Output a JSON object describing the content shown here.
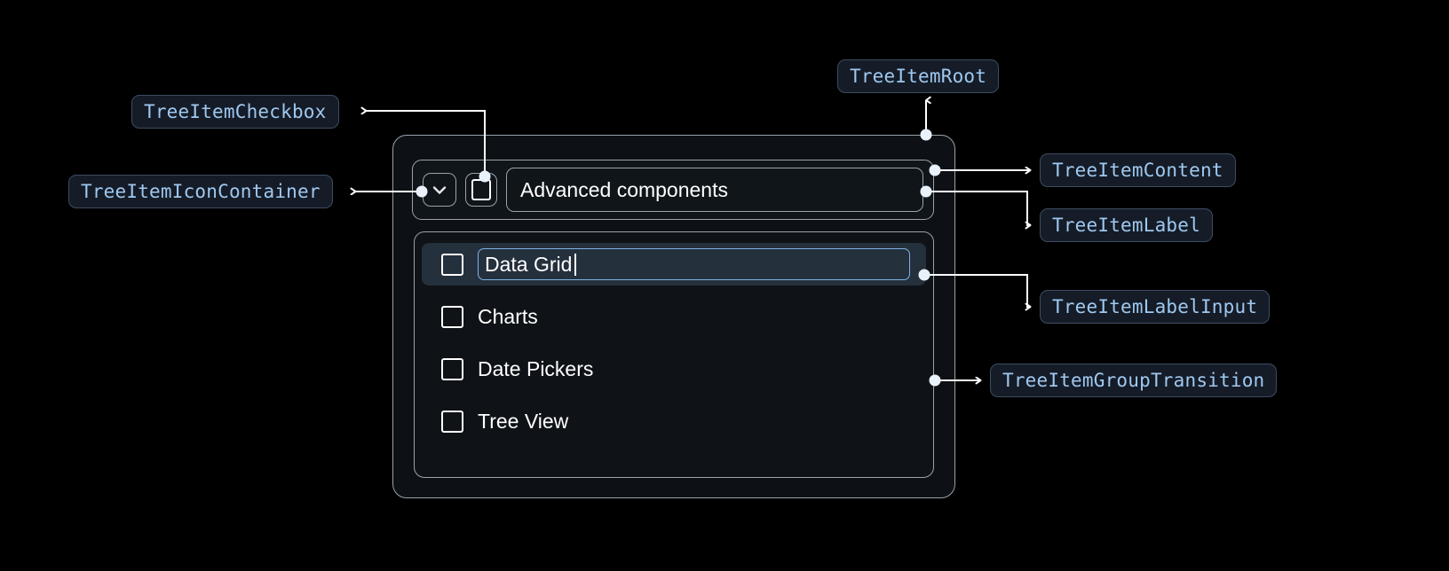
{
  "theme": {
    "background": "#000000",
    "chip_bg": "#151c27",
    "chip_border": "#3d4c61",
    "chip_text": "#9fc8f0",
    "card_bg": "#0d1115",
    "card_border": "#9aa3ab",
    "selected_row_bg": "#25303d",
    "input_focus_border": "#7db4e8",
    "wire_color": "#ffffff",
    "text_color": "#ffffff"
  },
  "annotations": [
    {
      "id": "tree-item-checkbox",
      "label": "TreeItemCheckbox"
    },
    {
      "id": "tree-item-icon-container",
      "label": "TreeItemIconContainer"
    },
    {
      "id": "tree-item-root",
      "label": "TreeItemRoot"
    },
    {
      "id": "tree-item-content",
      "label": "TreeItemContent"
    },
    {
      "id": "tree-item-label",
      "label": "TreeItemLabel"
    },
    {
      "id": "tree-item-label-input",
      "label": "TreeItemLabelInput"
    },
    {
      "id": "tree-item-group-transition",
      "label": "TreeItemGroupTransition"
    }
  ],
  "tree": {
    "root": {
      "expand_icon": "chevron-down-icon",
      "checkbox_state": "unchecked",
      "label": "Advanced components"
    },
    "children": [
      {
        "label": "Data Grid",
        "checkbox_state": "unchecked",
        "editing": true,
        "selected": true
      },
      {
        "label": "Charts",
        "checkbox_state": "unchecked",
        "editing": false,
        "selected": false
      },
      {
        "label": "Date Pickers",
        "checkbox_state": "unchecked",
        "editing": false,
        "selected": false
      },
      {
        "label": "Tree View",
        "checkbox_state": "unchecked",
        "editing": false,
        "selected": false
      }
    ]
  }
}
